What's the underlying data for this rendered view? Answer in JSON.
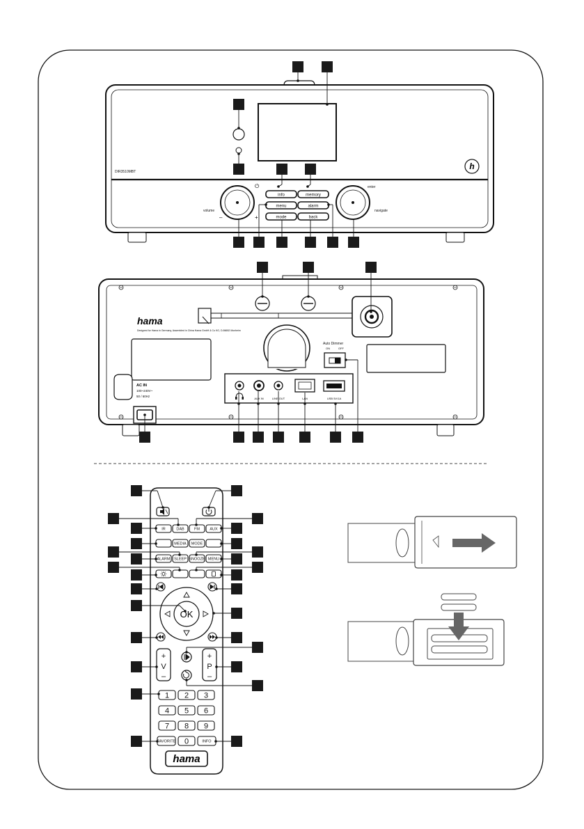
{
  "front": {
    "model": "DIR3510MBT",
    "volume_label": "volume",
    "navigate_label": "navigate",
    "enter_label": "enter",
    "power_symbol": "⏻",
    "minus": "–",
    "plus": "+",
    "buttons": [
      "info",
      "memory",
      "menu",
      "alarm",
      "mode",
      "back"
    ],
    "logo": "h"
  },
  "back": {
    "brand": "hama",
    "brand_small": "Designed for Hama in Germany, Assembled in China\nHama GmbH & Co KG, D-86652 Monheim",
    "ac_in": [
      "AC IN",
      "100~240V~",
      "50 / 60Hz"
    ],
    "auto_dimmer": "Auto Dimmer",
    "on": "ON",
    "off": "OFF",
    "ports": [
      "AUX IN",
      "LINE OUT",
      "LAN",
      "USB  5V/1A"
    ],
    "headphone_icon": "headphone-icon"
  },
  "remote": {
    "row1": [
      "IR",
      "DAB",
      "FM",
      "AUX"
    ],
    "row2": [
      "MEDIA",
      "MODE"
    ],
    "row3": [
      "ALARM",
      "SLEEP",
      "SNOOZE",
      "MENU"
    ],
    "ok": "OK",
    "vol": "V",
    "prog": "P",
    "plus": "+",
    "minus": "–",
    "digits": [
      "1",
      "2",
      "3",
      "4",
      "5",
      "6",
      "7",
      "8",
      "9"
    ],
    "favorite": "FAVORITE",
    "zero": "0",
    "info": "INFO",
    "brand": "hama"
  },
  "colors": {
    "line": "#111111",
    "callout": "#1a1a1a",
    "arrow": "#555555"
  }
}
